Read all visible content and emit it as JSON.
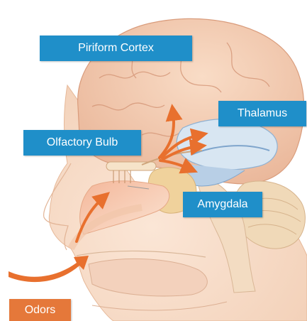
{
  "labels": {
    "piriform_cortex": "Piriform Cortex",
    "thalamus": "Thalamus",
    "olfactory_bulb": "Olfactory Bulb",
    "amygdala": "Amygdala",
    "odors": "Odors"
  },
  "colors": {
    "label_blue": "#1f8fc9",
    "label_orange": "#e5783a",
    "arrow_orange": "#e8702e",
    "brain": "#f2cdb4",
    "skin": "#f6dcc8",
    "thalamus_blue": "#a9c6e0",
    "cerebellum": "#f0d9b8"
  }
}
